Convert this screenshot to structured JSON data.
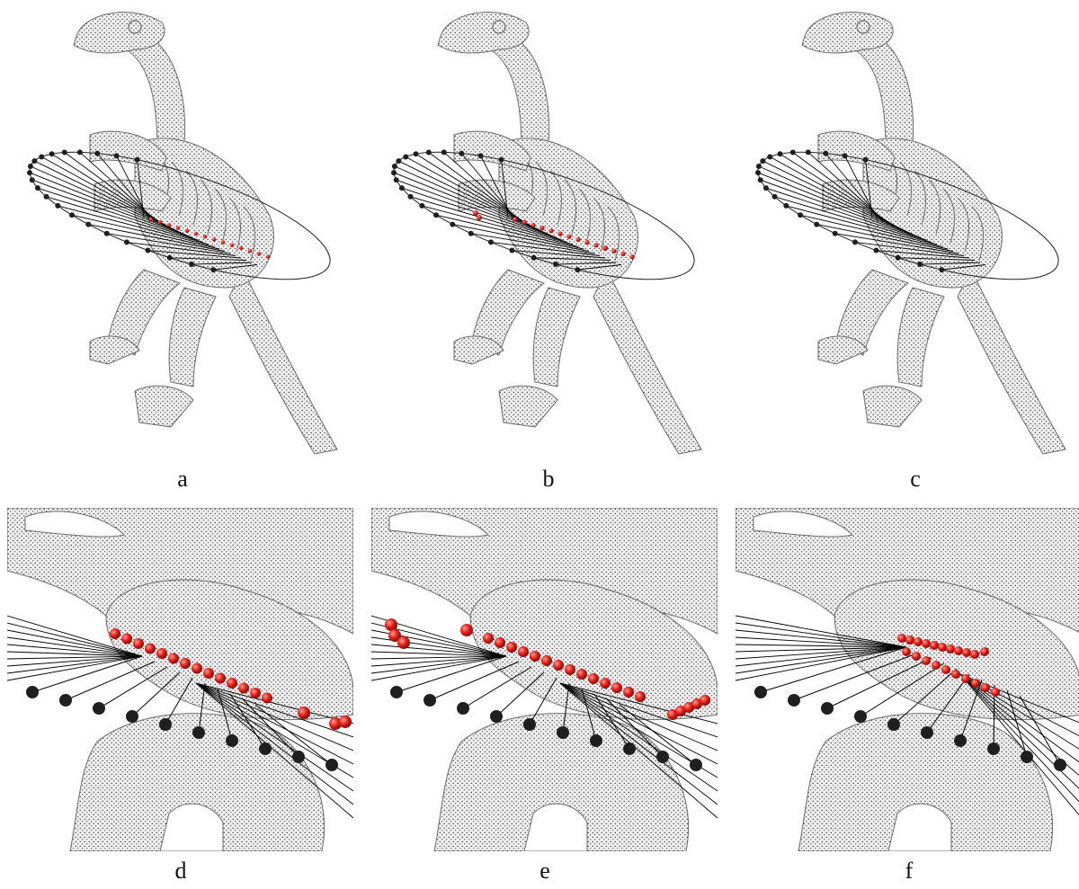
{
  "panels": [
    {
      "id": "a",
      "label": "a",
      "view": "full",
      "variant": 0
    },
    {
      "id": "b",
      "label": "b",
      "view": "full",
      "variant": 1
    },
    {
      "id": "c",
      "label": "c",
      "view": "full",
      "variant": 2
    },
    {
      "id": "d",
      "label": "d",
      "view": "closeup",
      "variant": 0
    },
    {
      "id": "e",
      "label": "e",
      "view": "closeup",
      "variant": 1
    },
    {
      "id": "f",
      "label": "f",
      "view": "closeup",
      "variant": 2
    }
  ],
  "colors": {
    "background": "#ffffff",
    "model_fill": "#efefef",
    "model_stroke": "#6a6a6a",
    "point_stipple": "#2b2b2b",
    "ray": "#000000",
    "camera_node": "#1f1f1f",
    "intersection_point": "#e0201a"
  },
  "icons": {
    "model": "dinosaur-point-cloud",
    "camera": "camera-node-dot",
    "intersection": "red-sphere-marker"
  }
}
